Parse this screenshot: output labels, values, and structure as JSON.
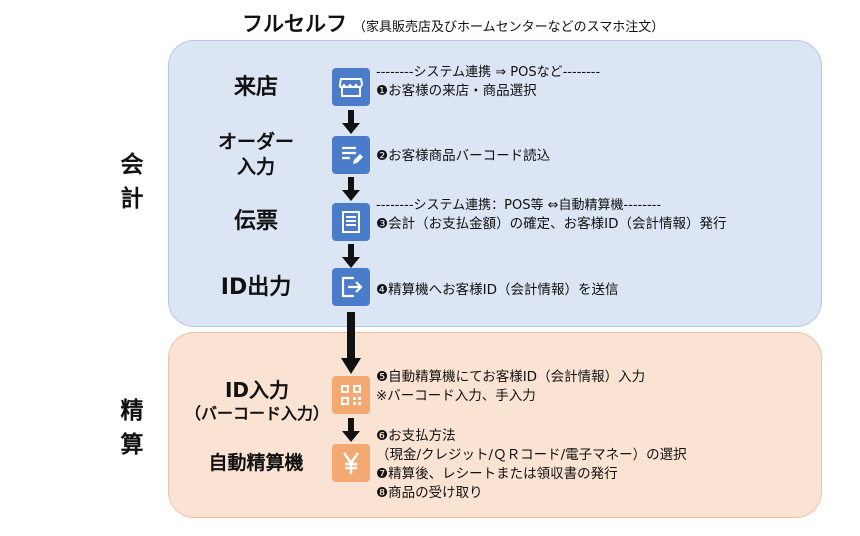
{
  "title": {
    "main": "フルセルフ",
    "sub": "（家具販売店及びホームセンターなどのスマホ注文）"
  },
  "sections": {
    "kaikei": [
      "会",
      "計"
    ],
    "seisan": [
      "精",
      "算"
    ]
  },
  "steps": {
    "raiten": "来店",
    "order_1": "オーダー",
    "order_2": "入力",
    "denpyo": "伝票",
    "id_output": "ID出力",
    "id_input_1": "ID入力",
    "id_input_2": "（バーコード入力）",
    "jido": "自動精算機"
  },
  "icons": {
    "raiten": "store-icon",
    "order": "edit-document-icon",
    "denpyo": "receipt-icon",
    "id_output": "exit-arrow-icon",
    "id_input": "qr-code-icon",
    "jido": "yen-icon"
  },
  "descriptions": {
    "sys1": "--------システム連携 ⇒ POSなど--------",
    "d1": "❶お客様の来店・商品選択",
    "d2": "❷お客様商品バーコード読込",
    "sys2": "--------システム連携：POS等 ⇔自動精算機--------",
    "d3": "❸会計（お支払金額）の確定、お客様ID（会計情報）発行",
    "d4": "❹精算機へお客様ID（会計情報）を送信",
    "d5": "❺自動精算機にてお客様ID（会計情報）入力",
    "d5b": "※バーコード入力、手入力",
    "d6": "❻お支払方法",
    "d6b": "（現金/クレジット/ＱＲコード/電子マネー）の選択",
    "d7": "❼精算後、レシートまたは領収書の発行",
    "d8": "❽商品の受け取り"
  },
  "colors": {
    "blue_panel": "#dbe5f4",
    "peach_panel": "#fbe3d3",
    "blue_icon": "#4a7cc9",
    "orange_icon": "#f4a872"
  }
}
